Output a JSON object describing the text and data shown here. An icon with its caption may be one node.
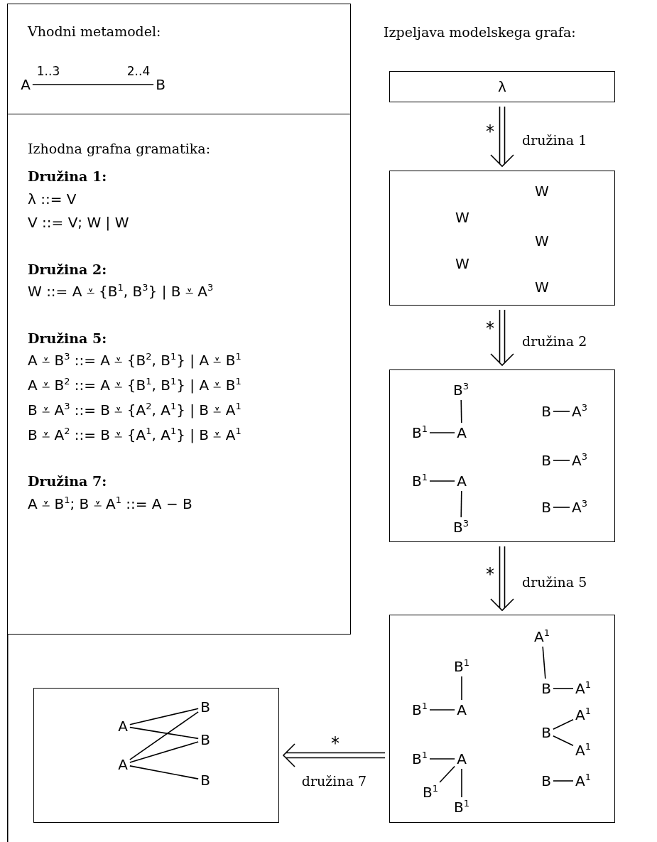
{
  "diagram": {
    "nodes": [
      {
        "text": [
          "Vhodni metamodel:"
        ]
      },
      {
        "text": [
          "A"
        ],
        "in": 0
      },
      {
        "text": [
          "B"
        ],
        "in": 0
      },
      {
        "text": [
          "Izhodna grafna gramatika:",
          "Družina 1:",
          "λ ::= V",
          "V ::= V; W | W",
          "Družina 2:",
          "W ::= A ⩡ {B$^{1}$, B$^{3}$} | B ⩡ A$^{3}$",
          "Družina 5:",
          "A ⩡ B$^{3}$ ::= A ⩡ {B$^{2}$, B$^{1}$} | A ⩡ B$^{1}$",
          "A ⩡ B$^{2}$ ::= A ⩡ {B$^{1}$, B$^{1}$} | A ⩡ B$^{1}$",
          "B ⩡ A$^{3}$ ::= B ⩡ {A$^{2}$, A$^{1}$} | B ⩡ A$^{1}$",
          "B ⩡ A$^{2}$ ::= B ⩡ {A$^{1}$, A$^{1}$} | B ⩡ A$^{1}$",
          "Družina 7:",
          "A ⩡ B$^{1}$; B ⩡ A$^{1}$ ::= A − B"
        ]
      },
      {
        "text": [
          "λ"
        ]
      },
      {
        "text": [
          "W",
          "W",
          "W",
          "W",
          "W"
        ]
      },
      {
        "text": [],
        "shape": "box"
      },
      {
        "text": [
          "B$^{3}$"
        ],
        "in": 6
      },
      {
        "text": [
          "B$^{1}$"
        ],
        "in": 6
      },
      {
        "text": [
          "A"
        ],
        "in": 6
      },
      {
        "text": [
          "B$^{1}$"
        ],
        "in": 6
      },
      {
        "text": [
          "A"
        ],
        "in": 6
      },
      {
        "text": [
          "B$^{3}$"
        ],
        "in": 6
      },
      {
        "text": [
          "B"
        ],
        "in": 6
      },
      {
        "text": [
          "A$^{3}$"
        ],
        "in": 6
      },
      {
        "text": [
          "B"
        ],
        "in": 6
      },
      {
        "text": [
          "A$^{3}$"
        ],
        "in": 6
      },
      {
        "text": [
          "B"
        ],
        "in": 6
      },
      {
        "text": [
          "A$^{3}$"
        ],
        "in": 6
      },
      {
        "text": [],
        "shape": "box"
      },
      {
        "text": [
          "B$^{1}$"
        ],
        "in": 19
      },
      {
        "text": [
          "B$^{1}$"
        ],
        "in": 19
      },
      {
        "text": [
          "A"
        ],
        "in": 19
      },
      {
        "text": [
          "B$^{1}$"
        ],
        "in": 19
      },
      {
        "text": [
          "A"
        ],
        "in": 19
      },
      {
        "text": [
          "B$^{1}$"
        ],
        "in": 19
      },
      {
        "text": [
          "B$^{1}$"
        ],
        "in": 19
      },
      {
        "text": [
          "A$^{1}$"
        ],
        "in": 19
      },
      {
        "text": [
          "B"
        ],
        "in": 19
      },
      {
        "text": [
          "A$^{1}$"
        ],
        "in": 19
      },
      {
        "text": [
          "B"
        ],
        "in": 19
      },
      {
        "text": [
          "A$^{1}$"
        ],
        "in": 19
      },
      {
        "text": [
          "A$^{1}$"
        ],
        "in": 19
      },
      {
        "text": [
          "B"
        ],
        "in": 19
      },
      {
        "text": [
          "A$^{1}$"
        ],
        "in": 19
      },
      {
        "text": [],
        "shape": "box"
      },
      {
        "text": [
          "A"
        ],
        "in": 35
      },
      {
        "text": [
          "A"
        ],
        "in": 35
      },
      {
        "text": [
          "B"
        ],
        "in": 35
      },
      {
        "text": [
          "B"
        ],
        "in": 35
      },
      {
        "text": [
          "B"
        ],
        "in": 35
      }
    ],
    "edges": [
      {
        "from": 1,
        "to": 2,
        "arrow": "none"
      },
      {
        "from": 4,
        "to": 5,
        "arrow": "to",
        "label": "družina 1"
      },
      {
        "from": 5,
        "to": 6,
        "arrow": "to",
        "label": "družina 2"
      },
      {
        "from": 6,
        "to": 19,
        "arrow": "to",
        "label": "družina 5"
      },
      {
        "from": 19,
        "to": 35,
        "arrow": "to",
        "label": "družina 7"
      },
      {
        "from": 7,
        "to": 9,
        "arrow": "none"
      },
      {
        "from": 8,
        "to": 9,
        "arrow": "none"
      },
      {
        "from": 10,
        "to": 11,
        "arrow": "none"
      },
      {
        "from": 11,
        "to": 12,
        "arrow": "none"
      },
      {
        "from": 13,
        "to": 14,
        "arrow": "none"
      },
      {
        "from": 15,
        "to": 16,
        "arrow": "none"
      },
      {
        "from": 17,
        "to": 18,
        "arrow": "none"
      },
      {
        "from": 20,
        "to": 22,
        "arrow": "none"
      },
      {
        "from": 21,
        "to": 22,
        "arrow": "none"
      },
      {
        "from": 23,
        "to": 24,
        "arrow": "none"
      },
      {
        "from": 24,
        "to": 25,
        "arrow": "none"
      },
      {
        "from": 24,
        "to": 26,
        "arrow": "none"
      },
      {
        "from": 27,
        "to": 28,
        "arrow": "none"
      },
      {
        "from": 28,
        "to": 29,
        "arrow": "none"
      },
      {
        "from": 30,
        "to": 31,
        "arrow": "none"
      },
      {
        "from": 30,
        "to": 32,
        "arrow": "none"
      },
      {
        "from": 33,
        "to": 34,
        "arrow": "none"
      },
      {
        "from": 36,
        "to": 38,
        "arrow": "none"
      },
      {
        "from": 36,
        "to": 39,
        "arrow": "none"
      },
      {
        "from": 37,
        "to": 38,
        "arrow": "none"
      },
      {
        "from": 37,
        "to": 39,
        "arrow": "none"
      },
      {
        "from": 37,
        "to": 40,
        "arrow": "none"
      }
    ],
    "labels": [
      "Izpeljava modelskega grafa:",
      "1..3",
      "2..4",
      "*",
      "*",
      "*",
      "*"
    ]
  }
}
